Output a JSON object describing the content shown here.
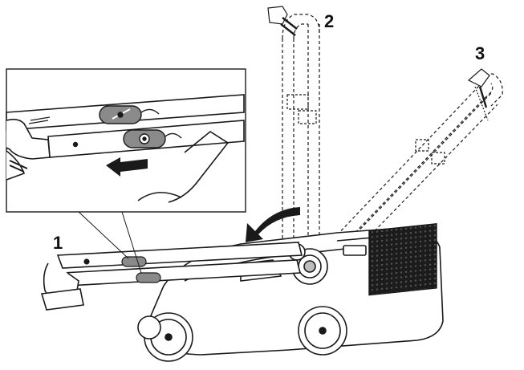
{
  "callouts": {
    "one": "1",
    "two": "2",
    "three": "3"
  },
  "icons": {
    "direction_arrow": "arrow-left-icon",
    "fold_arrow": "curved-arrow-icon"
  },
  "colors": {
    "line": "#1a1a1a",
    "knob_fill": "#8a8a8a",
    "grille": "#1c1c1c",
    "background": "#ffffff"
  }
}
